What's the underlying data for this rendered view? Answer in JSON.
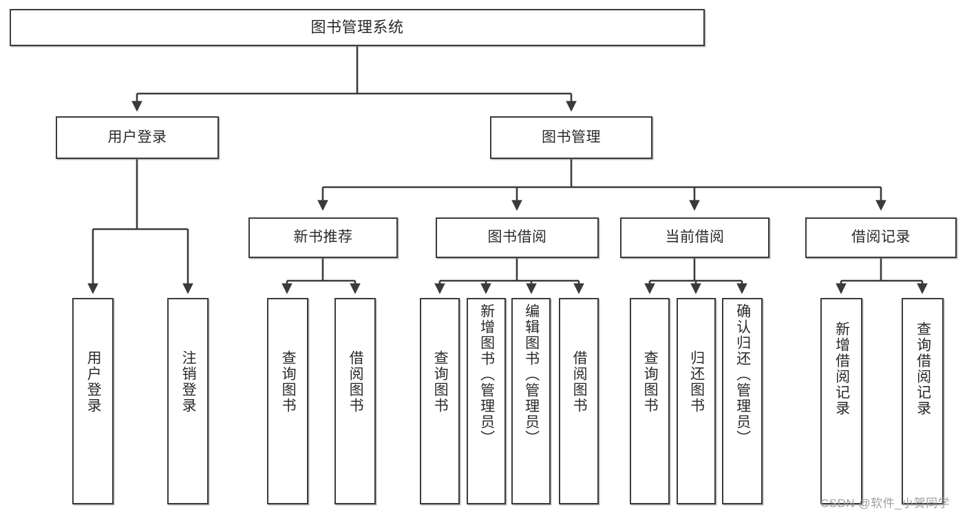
{
  "diagram": {
    "title": "图书管理系统",
    "type": "tree",
    "root": {
      "label": "图书管理系统"
    },
    "level2": [
      {
        "label": "用户登录"
      },
      {
        "label": "图书管理"
      }
    ],
    "level3": [
      {
        "label": "新书推荐"
      },
      {
        "label": "图书借阅"
      },
      {
        "label": "当前借阅"
      },
      {
        "label": "借阅记录"
      }
    ],
    "leaves": {
      "user_login": [
        {
          "label": "用户登录"
        },
        {
          "label": "注销登录"
        }
      ],
      "new_book": [
        {
          "label": "查询图书"
        },
        {
          "label": "借阅图书"
        }
      ],
      "borrow": [
        {
          "label": "查询图书"
        },
        {
          "label": "新增图书（管理员）"
        },
        {
          "label": "编辑图书（管理员）"
        },
        {
          "label": "借阅图书"
        }
      ],
      "current": [
        {
          "label": "查询图书"
        },
        {
          "label": "归还图书"
        },
        {
          "label": "确认归还（管理员）"
        }
      ],
      "records": [
        {
          "label": "新增借阅记录"
        },
        {
          "label": "查询借阅记录"
        }
      ]
    }
  },
  "watermark": {
    "text": "CSDN @软件_小贺同学"
  },
  "colors": {
    "stroke": "#3a3a3a",
    "fill": "#ffffff",
    "text": "#2a2a2a",
    "watermark": "#9a9a9a"
  }
}
